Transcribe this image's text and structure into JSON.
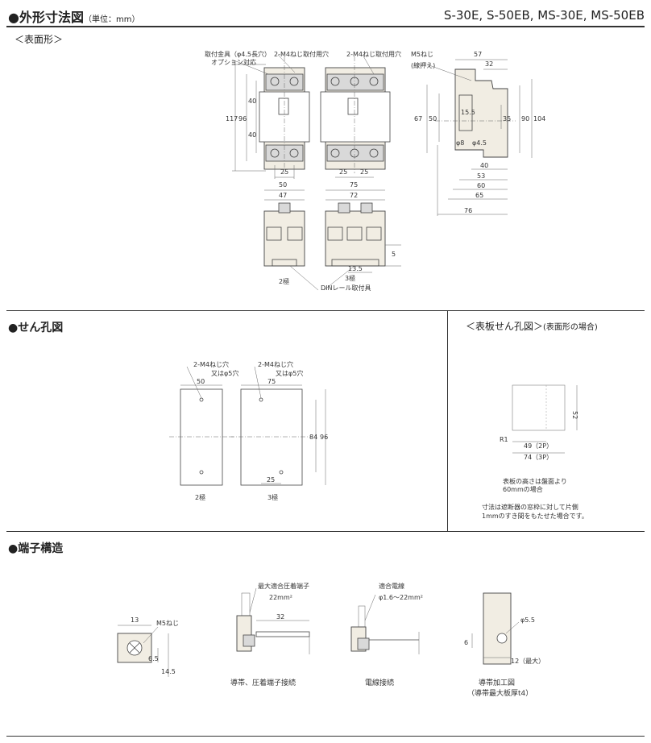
{
  "title": "●外形寸法図",
  "title_unit": "（単位：mm）",
  "models": "S-30E, S-50EB, MS-30E, MS-50EB",
  "surface_type": "＜表面形＞",
  "sec_hole": "●せん孔図",
  "sec_panel": "＜表板せん孔図＞",
  "sec_panel_note": "(表面形の場合)",
  "sec_terminal": "●端子構造",
  "front": {
    "mount_fitting": "取付金具（φ4.5長穴）",
    "option": "オプション対応",
    "m4_holes": "2-M4ねじ取付用穴",
    "m5_screw": "M5ねじ",
    "wire_press": "(線押え)",
    "d117": "117",
    "d96": "96",
    "d40a": "40",
    "d40b": "40",
    "d25": "25",
    "d50": "50",
    "d47": "47",
    "d75": "75",
    "d72": "72",
    "d57": "57",
    "d32": "32",
    "d67": "67",
    "d50s": "50",
    "d155": "15.5",
    "d35": "35",
    "d90": "90",
    "d104": "104",
    "d8": "φ8",
    "d45": "φ4.5",
    "d40s": "40",
    "d53": "53",
    "d60": "60",
    "d65": "65",
    "d76": "76",
    "d5": "5",
    "d135": "13.5",
    "pole2": "2極",
    "pole3": "3極",
    "din": "DINレール取付具"
  },
  "hole": {
    "m4": "2-M4ねじ穴",
    "alt": "又はφ5穴",
    "d50": "50",
    "d75": "75",
    "d84": "84",
    "d96": "96",
    "d25": "25",
    "pole2": "2極",
    "pole3": "3極"
  },
  "panel": {
    "d52": "52",
    "r1": "R1",
    "d49": "49（2P）",
    "d74": "74（3P）",
    "note1": "表板の高さは盤面より",
    "note2": "60mmの場合",
    "note3": "寸法は遮断器の窓枠に対して片側",
    "note4": "1mmのすき間をもたせた場合です。"
  },
  "terminal": {
    "d13": "13",
    "m5": "M5ねじ",
    "d65": "6.5",
    "d145": "14.5",
    "max_lug": "最大適合圧着端子",
    "lug_size": "22mm²",
    "d32": "32",
    "bar_label": "導帯、圧着端子接続",
    "wire_fit": "適合電線",
    "wire_range": "φ1.6～22mm²",
    "wire_label": "電線接続",
    "d55": "φ5.5",
    "d6": "6",
    "d12": "12（最大）",
    "machining": "導帯加工図",
    "machining_note": "（導帯最大板厚t4）"
  }
}
